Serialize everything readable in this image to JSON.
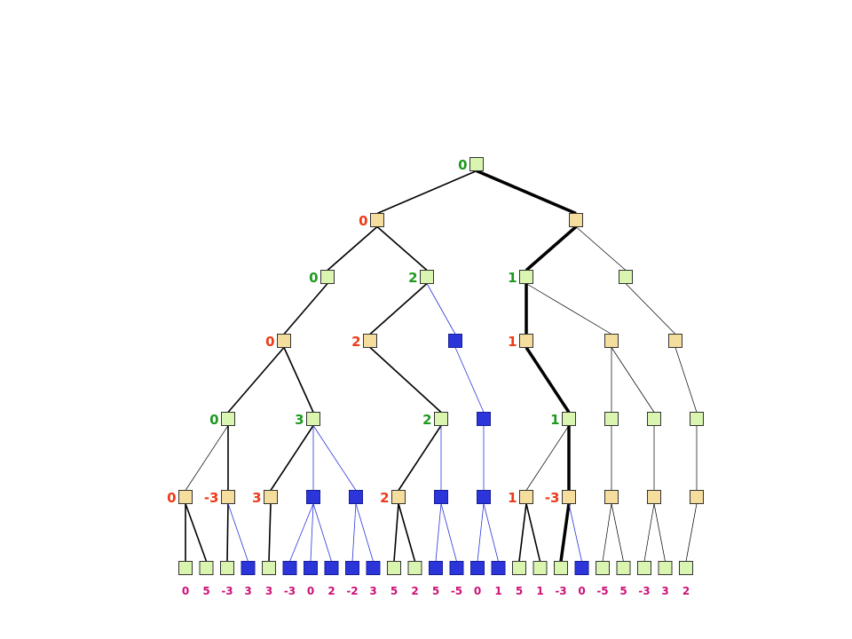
{
  "colors": {
    "max_value": "#1e9a1e",
    "min_value": "#ee3b17",
    "leaf_value": "#cc1177",
    "max_node": "#d9f5b0",
    "min_node": "#f5dd9e",
    "pruned_node": "#2b35d9"
  },
  "tree": {
    "levels": [
      {
        "kind": "max",
        "nodes": [
          {
            "id": "r",
            "state": "normal",
            "value": "0"
          }
        ]
      },
      {
        "kind": "min",
        "nodes": [
          {
            "id": "a",
            "parent": "r",
            "state": "normal",
            "value": "0",
            "edge": "normal"
          },
          {
            "id": "b",
            "parent": "r",
            "state": "normal",
            "value": "",
            "edge": "best"
          }
        ]
      },
      {
        "kind": "max",
        "nodes": [
          {
            "id": "a1",
            "parent": "a",
            "state": "normal",
            "value": "0",
            "edge": "normal"
          },
          {
            "id": "a2",
            "parent": "a",
            "state": "normal",
            "value": "2",
            "edge": "normal"
          },
          {
            "id": "b1",
            "parent": "b",
            "state": "normal",
            "value": "1",
            "edge": "best"
          },
          {
            "id": "b2",
            "parent": "b",
            "state": "normal",
            "value": "",
            "edge": "thin"
          }
        ]
      },
      {
        "kind": "min",
        "nodes": [
          {
            "id": "a1x",
            "parent": "a1",
            "state": "normal",
            "value": "0",
            "edge": "normal"
          },
          {
            "id": "a2x",
            "parent": "a2",
            "state": "normal",
            "value": "2",
            "edge": "normal"
          },
          {
            "id": "a2y",
            "parent": "a2",
            "state": "pruned",
            "value": "",
            "edge": "pruned"
          },
          {
            "id": "b1x",
            "parent": "b1",
            "state": "normal",
            "value": "1",
            "edge": "best"
          },
          {
            "id": "b1y",
            "parent": "b1",
            "state": "normal",
            "value": "",
            "edge": "thin"
          },
          {
            "id": "b2x",
            "parent": "b2",
            "state": "normal",
            "value": "",
            "edge": "thin"
          }
        ]
      },
      {
        "kind": "max",
        "nodes": [
          {
            "id": "c1",
            "parent": "a1x",
            "state": "normal",
            "value": "0",
            "edge": "normal"
          },
          {
            "id": "c2",
            "parent": "a1x",
            "state": "normal",
            "value": "3",
            "edge": "normal"
          },
          {
            "id": "c3",
            "parent": "a2x",
            "state": "normal",
            "value": "2",
            "edge": "normal"
          },
          {
            "id": "c4",
            "parent": "a2y",
            "state": "pruned",
            "value": "",
            "edge": "pruned"
          },
          {
            "id": "c5",
            "parent": "b1x",
            "state": "normal",
            "value": "1",
            "edge": "best"
          },
          {
            "id": "c6",
            "parent": "b1y",
            "state": "normal",
            "value": "",
            "edge": "thin"
          },
          {
            "id": "c7",
            "parent": "b1y",
            "state": "normal",
            "value": "",
            "edge": "thin"
          },
          {
            "id": "c8",
            "parent": "b2x",
            "state": "normal",
            "value": "",
            "edge": "thin"
          }
        ]
      },
      {
        "kind": "min",
        "nodes": [
          {
            "id": "d1",
            "parent": "c1",
            "state": "normal",
            "value": "0",
            "edge": "thin"
          },
          {
            "id": "d2",
            "parent": "c1",
            "state": "normal",
            "value": "-3",
            "edge": "normal"
          },
          {
            "id": "d3",
            "parent": "c2",
            "state": "normal",
            "value": "3",
            "edge": "normal"
          },
          {
            "id": "d4",
            "parent": "c2",
            "state": "pruned",
            "value": "",
            "edge": "pruned"
          },
          {
            "id": "d5",
            "parent": "c2",
            "state": "pruned",
            "value": "",
            "edge": "pruned"
          },
          {
            "id": "d6",
            "parent": "c3",
            "state": "normal",
            "value": "2",
            "edge": "normal"
          },
          {
            "id": "d7",
            "parent": "c3",
            "state": "pruned",
            "value": "",
            "edge": "pruned"
          },
          {
            "id": "d8",
            "parent": "c4",
            "state": "pruned",
            "value": "",
            "edge": "pruned"
          },
          {
            "id": "d9",
            "parent": "c5",
            "state": "normal",
            "value": "1",
            "edge": "thin"
          },
          {
            "id": "d10",
            "parent": "c5",
            "state": "normal",
            "value": "-3",
            "edge": "best"
          },
          {
            "id": "d11",
            "parent": "c6",
            "state": "normal",
            "value": "",
            "edge": "thin"
          },
          {
            "id": "d12",
            "parent": "c7",
            "state": "normal",
            "value": "",
            "edge": "thin"
          },
          {
            "id": "d13",
            "parent": "c8",
            "state": "normal",
            "value": "",
            "edge": "thin"
          }
        ]
      },
      {
        "kind": "leaf",
        "nodes": [
          {
            "id": "l1",
            "parent": "d1",
            "state": "normal",
            "value": "0",
            "edge": "normal"
          },
          {
            "id": "l2",
            "parent": "d1",
            "state": "normal",
            "value": "5",
            "edge": "normal"
          },
          {
            "id": "l3",
            "parent": "d2",
            "state": "normal",
            "value": "-3",
            "edge": "normal"
          },
          {
            "id": "l4",
            "parent": "d2",
            "state": "pruned",
            "value": "3",
            "edge": "pruned"
          },
          {
            "id": "l5",
            "parent": "d3",
            "state": "normal",
            "value": "3",
            "edge": "normal"
          },
          {
            "id": "l6",
            "parent": "d4",
            "state": "pruned",
            "value": "-3",
            "edge": "pruned"
          },
          {
            "id": "l7",
            "parent": "d4",
            "state": "pruned",
            "value": "0",
            "edge": "pruned"
          },
          {
            "id": "l8",
            "parent": "d4",
            "state": "pruned",
            "value": "2",
            "edge": "pruned"
          },
          {
            "id": "l9",
            "parent": "d5",
            "state": "pruned",
            "value": "-2",
            "edge": "pruned"
          },
          {
            "id": "l10",
            "parent": "d5",
            "state": "pruned",
            "value": "3",
            "edge": "pruned"
          },
          {
            "id": "l11",
            "parent": "d6",
            "state": "normal",
            "value": "5",
            "edge": "normal"
          },
          {
            "id": "l12",
            "parent": "d6",
            "state": "normal",
            "value": "2",
            "edge": "normal"
          },
          {
            "id": "l13",
            "parent": "d7",
            "state": "pruned",
            "value": "5",
            "edge": "pruned"
          },
          {
            "id": "l14",
            "parent": "d7",
            "state": "pruned",
            "value": "-5",
            "edge": "pruned"
          },
          {
            "id": "l15",
            "parent": "d8",
            "state": "pruned",
            "value": "0",
            "edge": "pruned"
          },
          {
            "id": "l16",
            "parent": "d8",
            "state": "pruned",
            "value": "1",
            "edge": "pruned"
          },
          {
            "id": "l17",
            "parent": "d9",
            "state": "normal",
            "value": "5",
            "edge": "normal"
          },
          {
            "id": "l18",
            "parent": "d9",
            "state": "normal",
            "value": "1",
            "edge": "normal"
          },
          {
            "id": "l19",
            "parent": "d10",
            "state": "normal",
            "value": "-3",
            "edge": "best"
          },
          {
            "id": "l20",
            "parent": "d10",
            "state": "pruned",
            "value": "0",
            "edge": "pruned"
          },
          {
            "id": "l21",
            "parent": "d11",
            "state": "normal",
            "value": "-5",
            "edge": "thin"
          },
          {
            "id": "l22",
            "parent": "d11",
            "state": "normal",
            "value": "5",
            "edge": "thin"
          },
          {
            "id": "l23",
            "parent": "d12",
            "state": "normal",
            "value": "-3",
            "edge": "thin"
          },
          {
            "id": "l24",
            "parent": "d12",
            "state": "normal",
            "value": "3",
            "edge": "thin"
          },
          {
            "id": "l25",
            "parent": "d13",
            "state": "normal",
            "value": "2",
            "edge": "thin"
          }
        ]
      }
    ]
  }
}
